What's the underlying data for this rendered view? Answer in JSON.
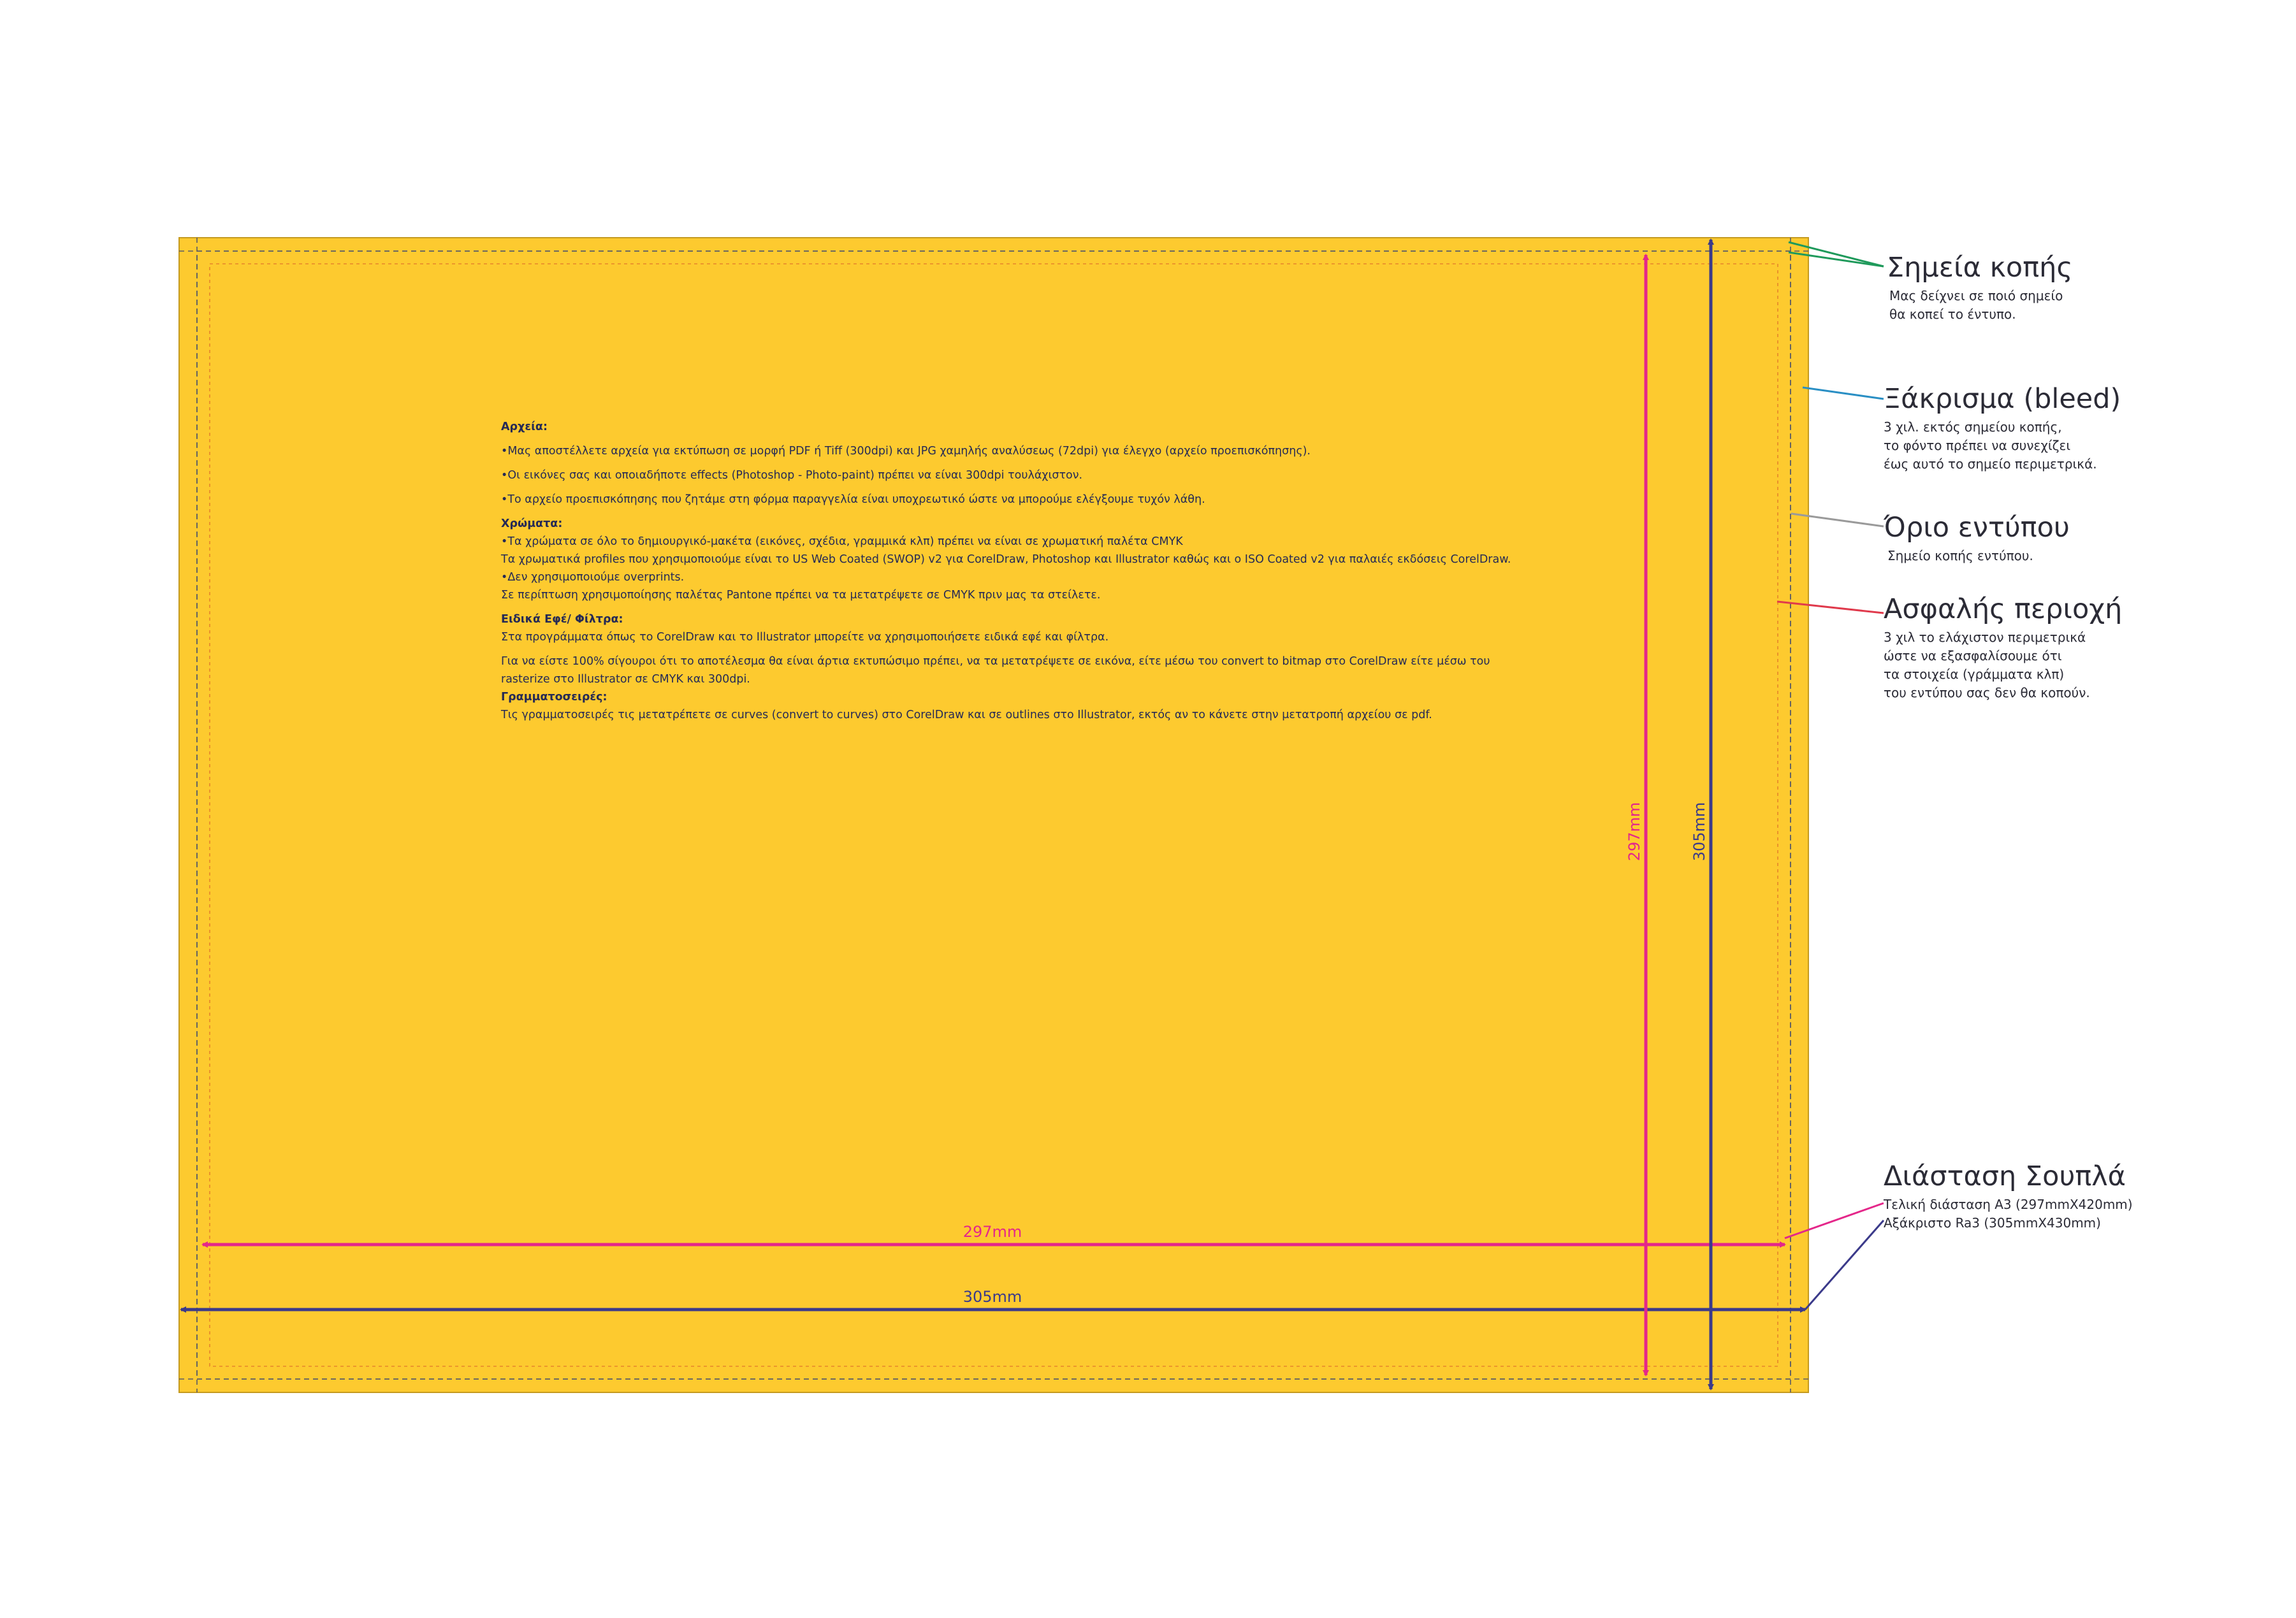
{
  "colors": {
    "sheet": "#fdca2f",
    "bleed_line": "#262a55",
    "safe_line": "#e6852b",
    "arrow_magenta": "#e4278a",
    "arrow_navy": "#3b3a8a",
    "leader_green": "#1f9a5b",
    "leader_cyan": "#2a8fc4",
    "leader_grey": "#9a9a9a",
    "leader_red": "#e03a4c"
  },
  "dimensions": {
    "inner_width_label": "297mm",
    "outer_width_label": "305mm",
    "inner_height_label": "297mm",
    "outer_height_label": "305mm"
  },
  "instructions": {
    "files_heading": "Αρχεία:",
    "files_1": "•Μας αποστέλλετε αρχεία για εκτύπωση σε μορφή PDF ή Tiff (300dpi) και JPG χαμηλής αναλύσεως (72dpi) για έλεγχο (αρχείο προεπισκόπησης).",
    "files_2": "•Οι εικόνες σας και οποιαδήποτε effects (Photoshop - Photo-paint) πρέπει να είναι 300dpi τουλάχιστον.",
    "files_3": "•Το αρχείο προεπισκόπησης που ζητάμε στη φόρμα παραγγελία είναι υποχρεωτικό ώστε να μπορούμε ελέγξουμε τυχόν λάθη.",
    "colors_heading": "Χρώματα:",
    "colors_1": "•Τα χρώματα σε όλο το δημιουργικό-μακέτα (εικόνες, σχέδια, γραμμικά κλπ) πρέπει να είναι σε χρωματική παλέτα CMYK",
    "colors_2": " Τα χρωματικά profiles που χρησιμοποιούμε είναι το US Web Coated (SWOP) v2 για CorelDraw, Photoshop και Illustrator καθώς και ο ISO Coated v2 για παλαιές εκδόσεις CorelDraw.",
    "colors_3": "•Δεν χρησιμοποιούμε overprints.",
    "colors_4": "Σε περίπτωση χρησιμοποίησης παλέτας Pantone πρέπει να τα μετατρέψετε σε CMYK πριν μας τα στείλετε.",
    "effects_heading": "Ειδικά Εφέ/ Φίλτρα:",
    "effects_1": "Στα προγράμματα όπως το CorelDraw και το Illustrator μπορείτε να χρησιμοποιήσετε ειδικά εφέ και φίλτρα.",
    "effects_2": "Για να είστε 100% σίγουροι ότι το αποτέλεσμα θα είναι άρτια εκτυπώσιμο πρέπει, να τα μετατρέψετε σε εικόνα, είτε μέσω του convert to bitmap στο CorelDraw είτε μέσω του rasterize στο Illustrator σε CMYK και 300dpi.",
    "fonts_heading": "Γραμματοσειρές:",
    "fonts_1": "Τις γραμματοσειρές τις μετατρέπετε σε curves (convert to curves) στο CorelDraw και σε outlines στο Illustrator, εκτός αν το κάνετε στην μετατροπή αρχείου σε pdf."
  },
  "annotations": {
    "cut_marks": {
      "title": "Σημεία κοπής",
      "desc_1": "Μας δείχνει σε ποιό σημείο",
      "desc_2": "θα κοπεί το έντυπο."
    },
    "bleed": {
      "title": "Ξάκρισμα (bleed)",
      "desc_1": "3 χιλ. εκτός σημείου κοπής,",
      "desc_2": "το φόντο πρέπει να συνεχίζει",
      "desc_3": "έως αυτό το σημείο περιμετρικά."
    },
    "print_limit": {
      "title": "Όριο εντύπου",
      "desc_1": "Σημείο κοπής εντύπου."
    },
    "safe_area": {
      "title": "Ασφαλής περιοχή",
      "desc_1": "3 χιλ το ελάχιστον περιμετρικά",
      "desc_2": "ώστε να εξασφαλίσουμε ότι",
      "desc_3": "τα στοιχεία (γράμματα κλπ)",
      "desc_4": "του εντύπου σας δεν θα κοπούν."
    },
    "dimension": {
      "title": "Διάσταση Σουπλά",
      "desc_1": "Τελική διάσταση Α3 (297mmX420mm)",
      "desc_2": "Αξάκριστο Ra3 (305mmX430mm)"
    }
  }
}
